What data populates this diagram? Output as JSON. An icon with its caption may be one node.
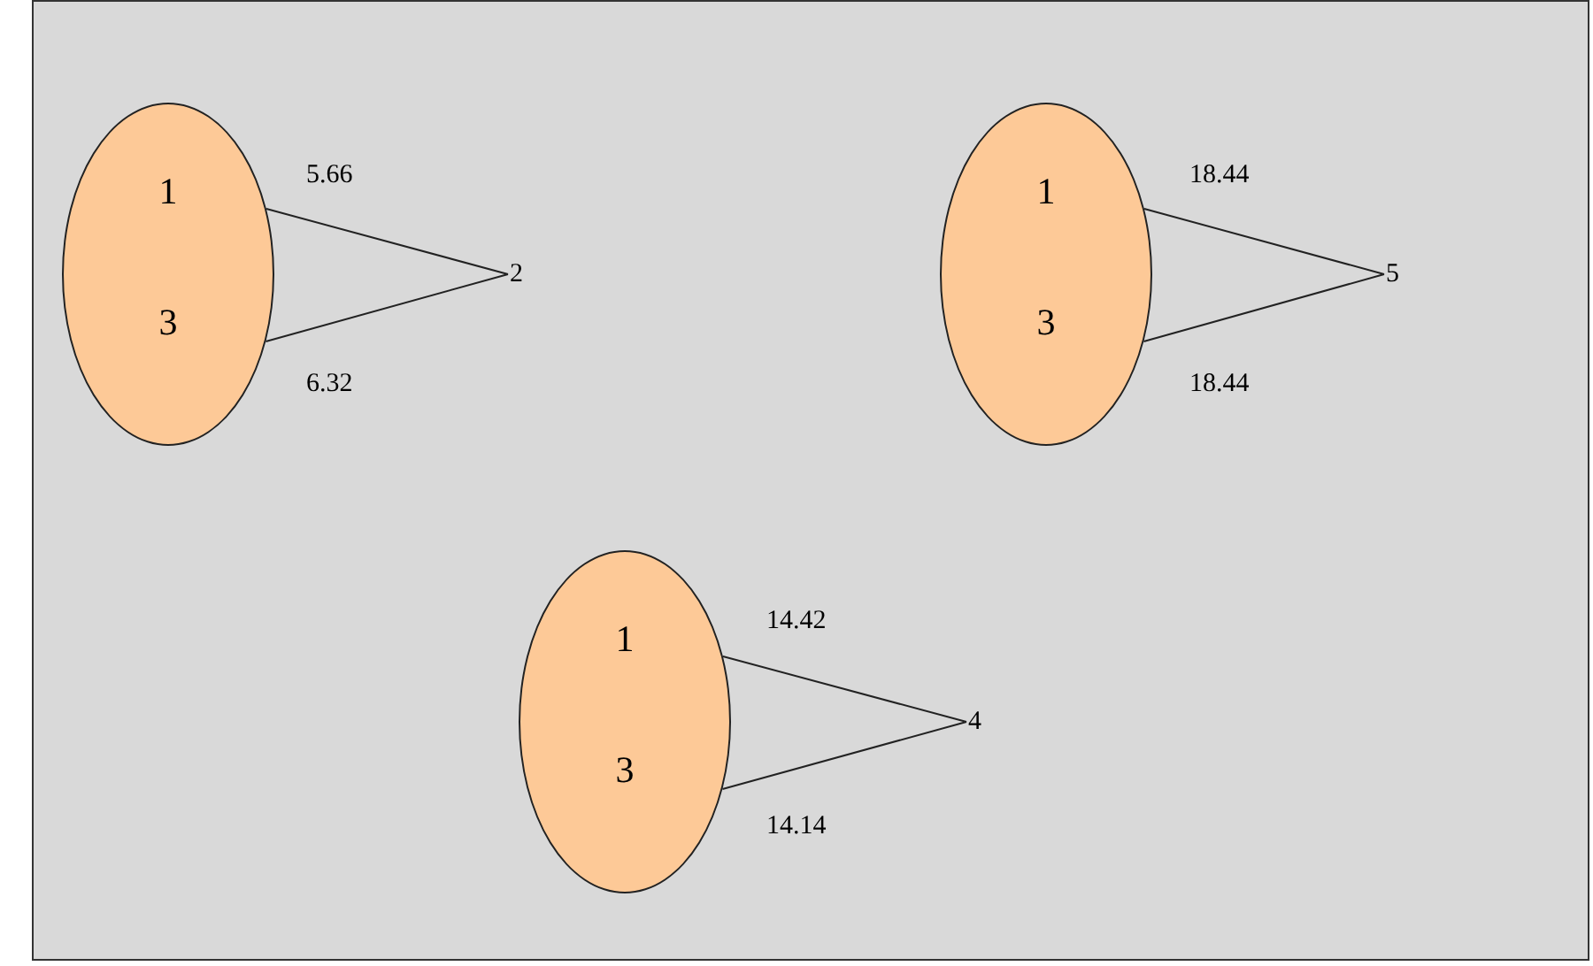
{
  "diagram": {
    "nodes": [
      {
        "text": [
          "1",
          "3"
        ]
      },
      {
        "text": [
          "2"
        ]
      },
      {
        "text": [
          "1",
          "3"
        ]
      },
      {
        "text": [
          "5"
        ]
      },
      {
        "text": [
          "1",
          "3"
        ]
      },
      {
        "text": [
          "4"
        ]
      }
    ],
    "edges": [
      {
        "from": 0,
        "to": 1,
        "arrow": "none",
        "label": "5.66"
      },
      {
        "from": 0,
        "to": 1,
        "arrow": "none",
        "label": "6.32"
      },
      {
        "from": 2,
        "to": 3,
        "arrow": "none",
        "label": "18.44"
      },
      {
        "from": 2,
        "to": 3,
        "arrow": "none",
        "label": "18.44"
      },
      {
        "from": 4,
        "to": 5,
        "arrow": "none",
        "label": "14.42"
      },
      {
        "from": 4,
        "to": 5,
        "arrow": "none",
        "label": "14.14"
      }
    ]
  }
}
